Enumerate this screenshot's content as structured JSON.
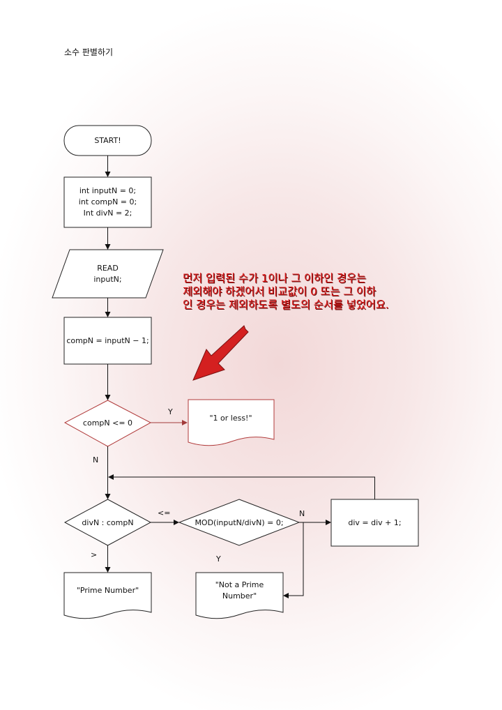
{
  "title": "소수 판별하기",
  "nodes": {
    "start": "START!",
    "init": [
      "int inputN = 0;",
      "int compN = 0;",
      "Int divN = 2;"
    ],
    "read": [
      "READ",
      "inputN;"
    ],
    "calc": "compN = inputN − 1;",
    "cond1": "compN <= 0",
    "out1": "\"1 or less!\"",
    "cond2": "divN : compN",
    "cond3": "MOD(inputN/divN) = 0;",
    "incr": "div = div + 1;",
    "prime": "\"Prime Number\"",
    "notprime": [
      "\"Not a Prime",
      "Number\""
    ]
  },
  "edge_labels": {
    "cond1_yes": "Y",
    "cond1_no": "N",
    "cond2_le": "<=",
    "cond2_gt": ">",
    "cond3_no": "N",
    "cond3_yes": "Y"
  },
  "note": [
    "먼저 입력된 수가 1이나 그 이하인 경우는",
    "제외해야 하겠어서 비교값이 0 또는 그 이하",
    "인 경우는 제외하도록 별도의 순서를 넣었어요."
  ],
  "colors": {
    "accent": "#e11a1a",
    "arrow": "#d42020",
    "highlight_border": "#b03a3a"
  }
}
